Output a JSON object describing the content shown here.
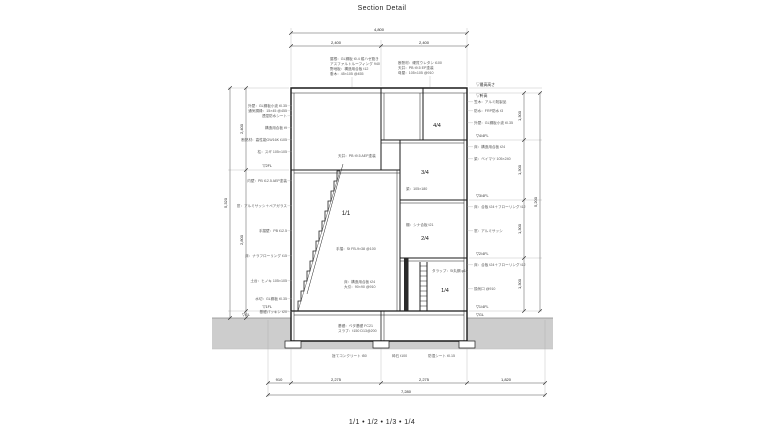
{
  "title": "Section Detail",
  "caption": "1/1 • 1/2 • 1/3 • 1/4",
  "colors": {
    "ground": "#cdcdcd",
    "line": "#1a1a1a"
  },
  "rooms": {
    "r11": "1/1",
    "r14": "1/4",
    "r24": "2/4",
    "r34": "3/4",
    "r44": "4/4"
  },
  "dims": {
    "top_total": "4,800",
    "top_a": "2,400",
    "top_b": "2,400",
    "bot_a": "910",
    "bot_b": "2,275",
    "bot_c": "2,275",
    "bot_d": "1,820",
    "bot_total": "7,280",
    "left_a": "2,400",
    "left_b": "2,800",
    "left_outer": "5,320",
    "right_a": "1,300",
    "right_b": "1,300",
    "right_c": "1,300",
    "right_d": "1,300",
    "right_outer": "5,200"
  },
  "levels": {
    "max": "▽最高高さ",
    "eave": "▽軒高",
    "fl2": "▽2FL",
    "fl1": "▽1FL",
    "gl_l": "▽GL",
    "l44": "▽4/4FL",
    "l34": "▽3/4FL",
    "l24": "▽2/4FL",
    "l14": "▽1/4FL",
    "gl_r": "▽GL"
  },
  "notes": {
    "roof": [
      "屋根：GL鋼板 t0.4 縦ハゼ葺き",
      "アスファルトルーフィング 940",
      "野地板：構造用合板 t12",
      "垂木：45×105 @455"
    ],
    "roof2": [
      "断熱材：硬質ウレタン t100",
      "天井：PB t9.5 EP塗装",
      "母屋：105×105 @910"
    ],
    "left": [
      "外壁：GL鋼板小波 t0.35",
      "通気胴縁：15×45 @455",
      "透湿防水シート",
      "構造用合板 t9",
      "断熱材：高性能GW16K t105",
      "柱：スギ 105×105",
      "内壁：PB t12.5 AEP塗装",
      "窓：アルミサッシ＋ペアガラス",
      "手摺壁：PB t12.5",
      "床：ナラフローリング t15",
      "土台：ヒノキ 105×105",
      "水切：GL鋼板 t0.35",
      "基礎パッキン t20"
    ],
    "right": [
      "笠木：アルミ既製品",
      "防水：FRP防水 t3",
      "外壁：GL鋼板小波 t0.35",
      "床：構造用合板 t24",
      "梁：ベイマツ 105×240",
      "床：合板 t24＋フローリング t12",
      "窓：アルミサッシ",
      "床：合板 t24＋フローリング t12",
      "換気口 @910"
    ],
    "interior": {
      "ceiling": "天井：PB t9.5 AEP塗装",
      "rail": "手摺：St FB-9×38 @100",
      "floor1": "床：構造用合板 t24",
      "joist": "大引：90×90 @910",
      "beam": "梁：105×180",
      "shelf": "棚：シナ合板 t21",
      "ladder": "タラップ：St丸鋼 φ19"
    },
    "ground": [
      "基礎：ベタ基礎 FC21",
      "スラブ：t150 D13@200",
      "捨てコンクリート t50",
      "砕石 t100",
      "防湿シート t0.15"
    ]
  }
}
